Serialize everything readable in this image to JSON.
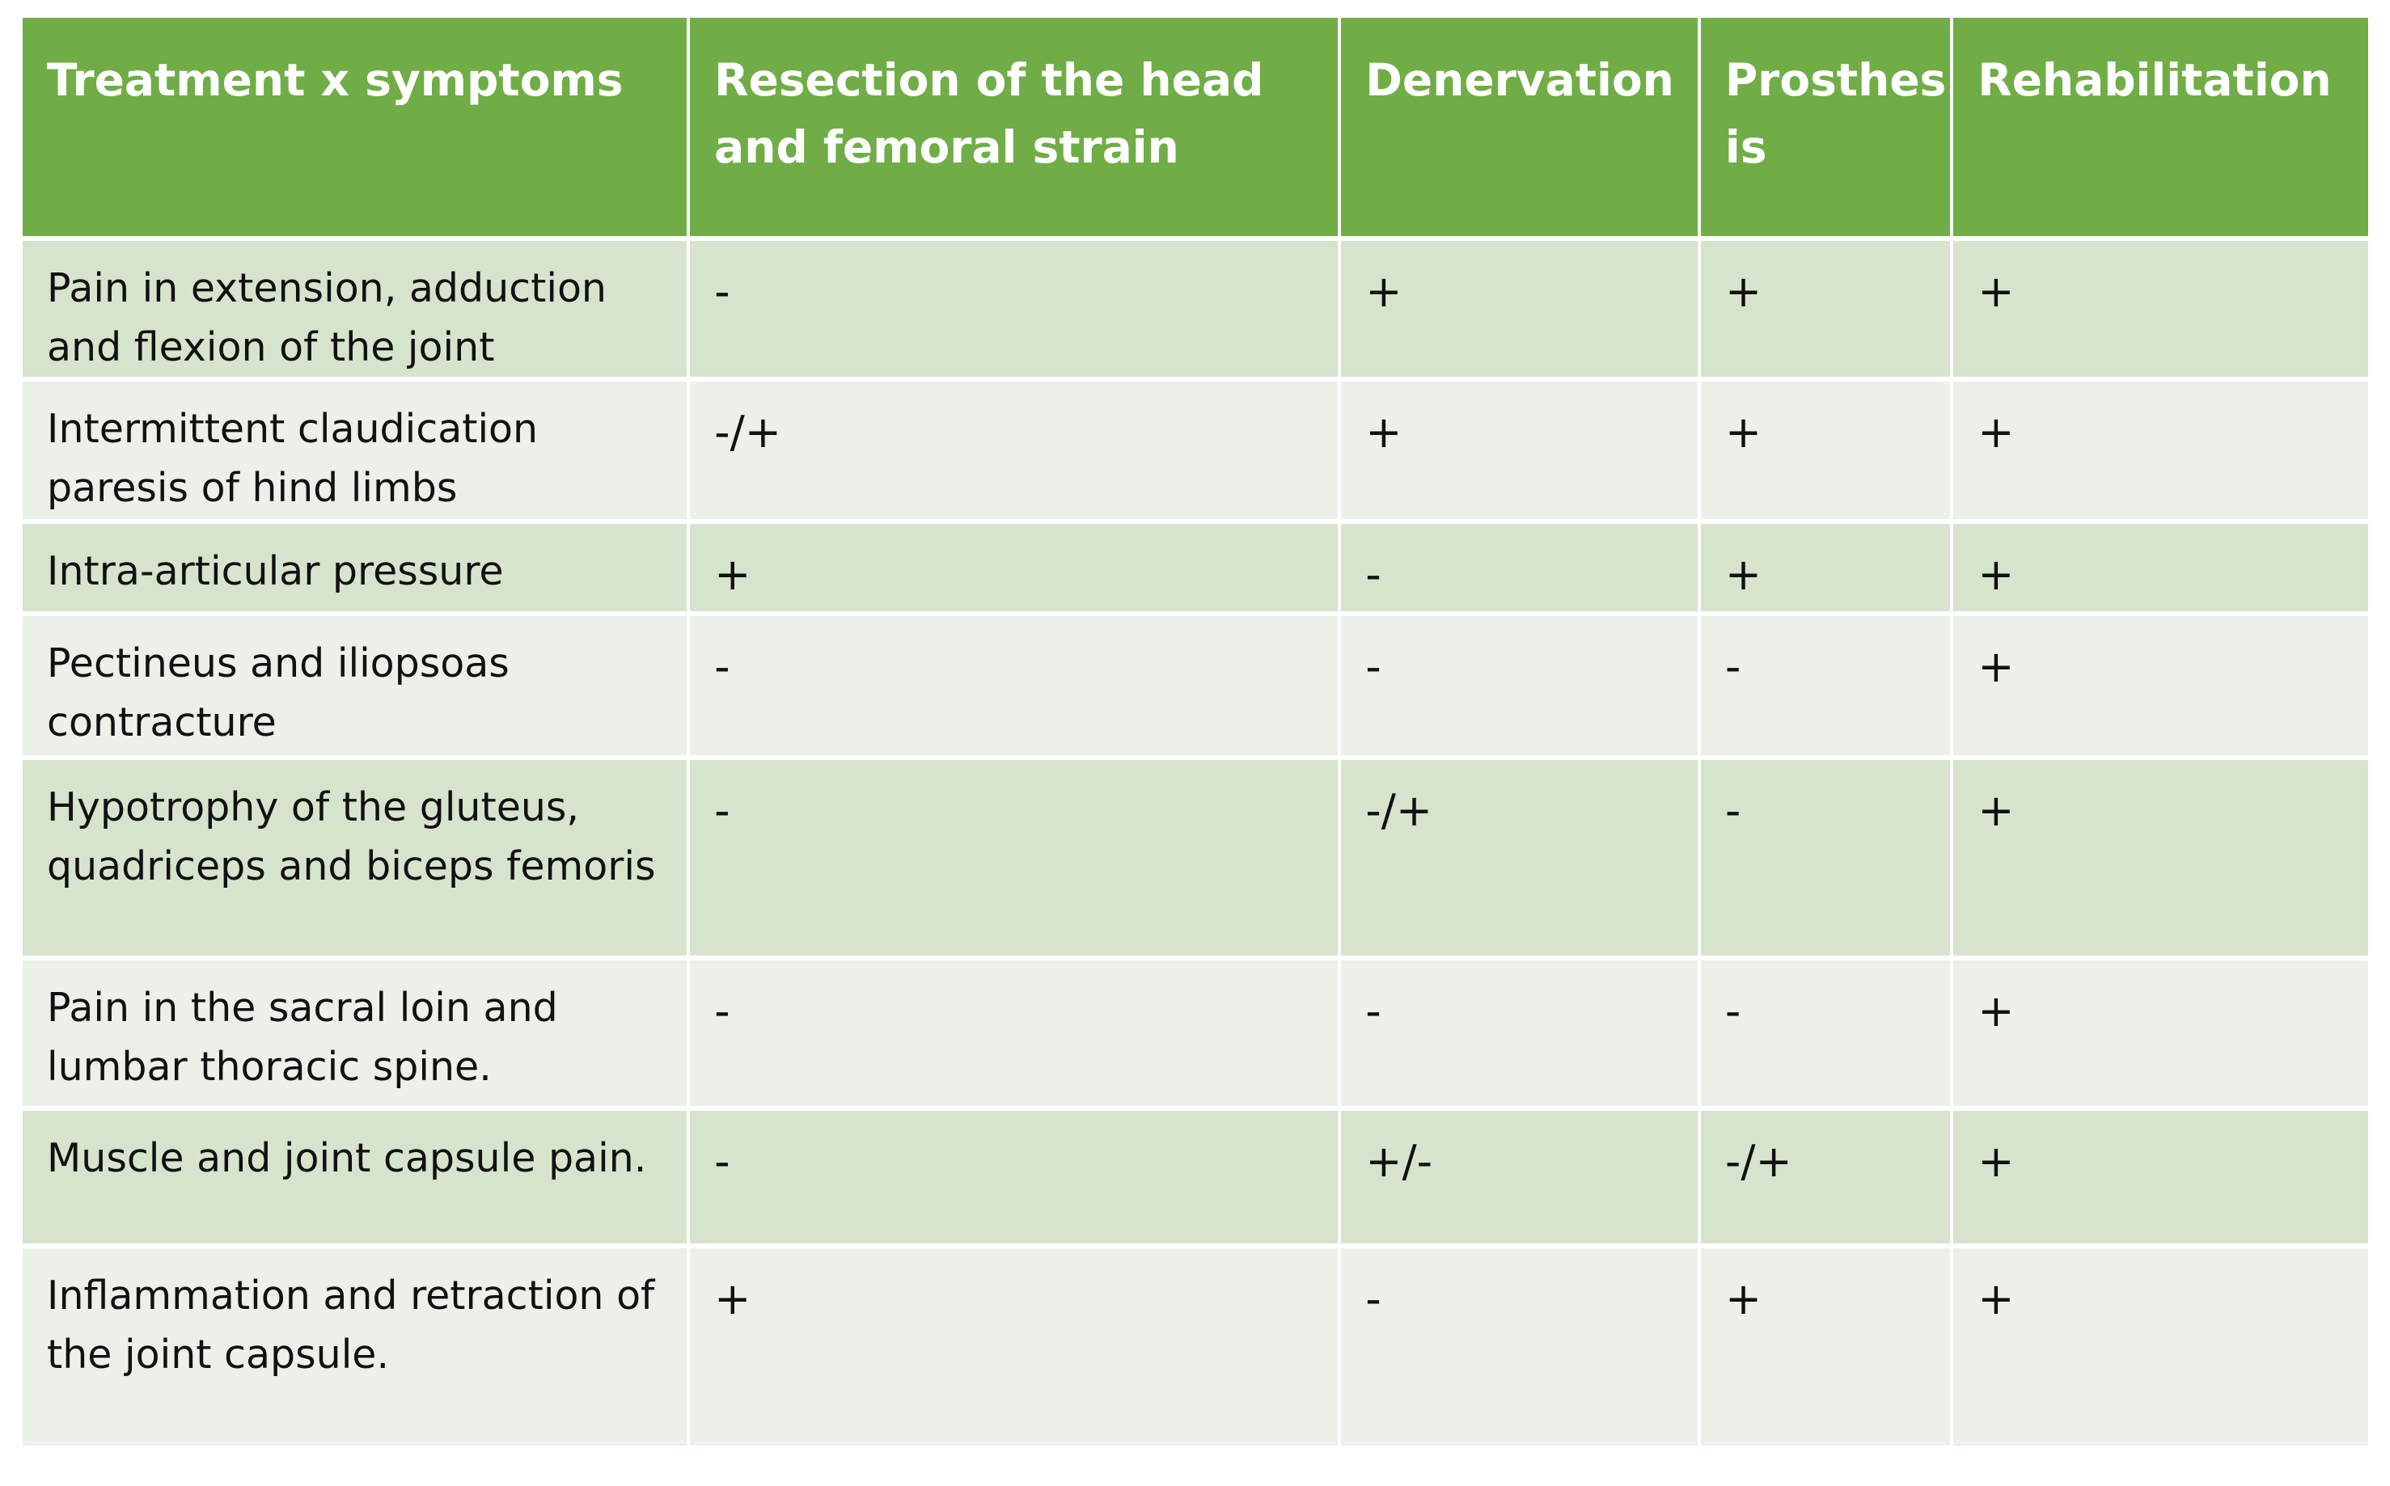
{
  "table": {
    "headers": [
      "Treatment x symptoms",
      "Resection of the head and femoral strain",
      "Denervation",
      "Prosthes is",
      "Rehabilitation"
    ],
    "rows": [
      [
        "Pain in extension, adduction and flexion of the joint",
        "-",
        "+",
        "+",
        "+"
      ],
      [
        "Intermittent claudication paresis of hind limbs",
        "-/+",
        "+",
        "+",
        "+"
      ],
      [
        "Intra-articular pressure",
        "+",
        "-",
        "+",
        "+"
      ],
      [
        "Pectineus and iliopsoas contracture",
        "-",
        "-",
        "-",
        "+"
      ],
      [
        "Hypotrophy of the gluteus, quadriceps and biceps femoris",
        "-",
        "-/+",
        "-",
        "+"
      ],
      [
        "Pain in the sacral loin and lumbar thoracic spine.",
        "-",
        "-",
        "-",
        "+"
      ],
      [
        "Muscle and joint capsule pain.",
        "-",
        "+/-",
        "-/+",
        "+"
      ],
      [
        "Inflammation and retraction of the joint capsule.",
        "+",
        "-",
        "+",
        "+"
      ]
    ]
  },
  "colors": {
    "header_bg": "#70ad47",
    "header_text": "#ffffff",
    "row_odd_bg": "#d7e4cd",
    "row_even_bg": "#ebf0e8"
  }
}
